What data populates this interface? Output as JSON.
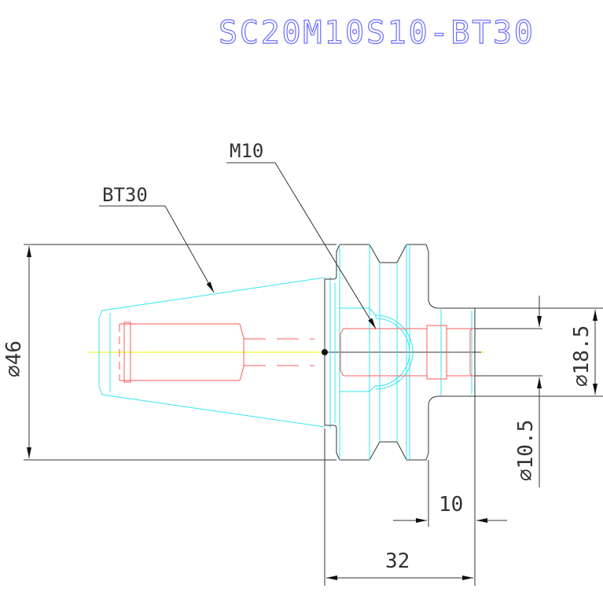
{
  "title": "SC20M10S10-BT30",
  "labels": {
    "taper": "BT30",
    "thread": "M10"
  },
  "dimensions": {
    "flange_diameter": "⌀46",
    "shank_diameter": "⌀18.5",
    "bore_diameter": "⌀10.5",
    "shank_length": "10",
    "overall_length": "32"
  },
  "colors": {
    "title": "#6b6bff",
    "outline": "#333333",
    "body": "#33e6f0",
    "hidden": "#ff5a5a",
    "centerline": "#f0f000"
  }
}
